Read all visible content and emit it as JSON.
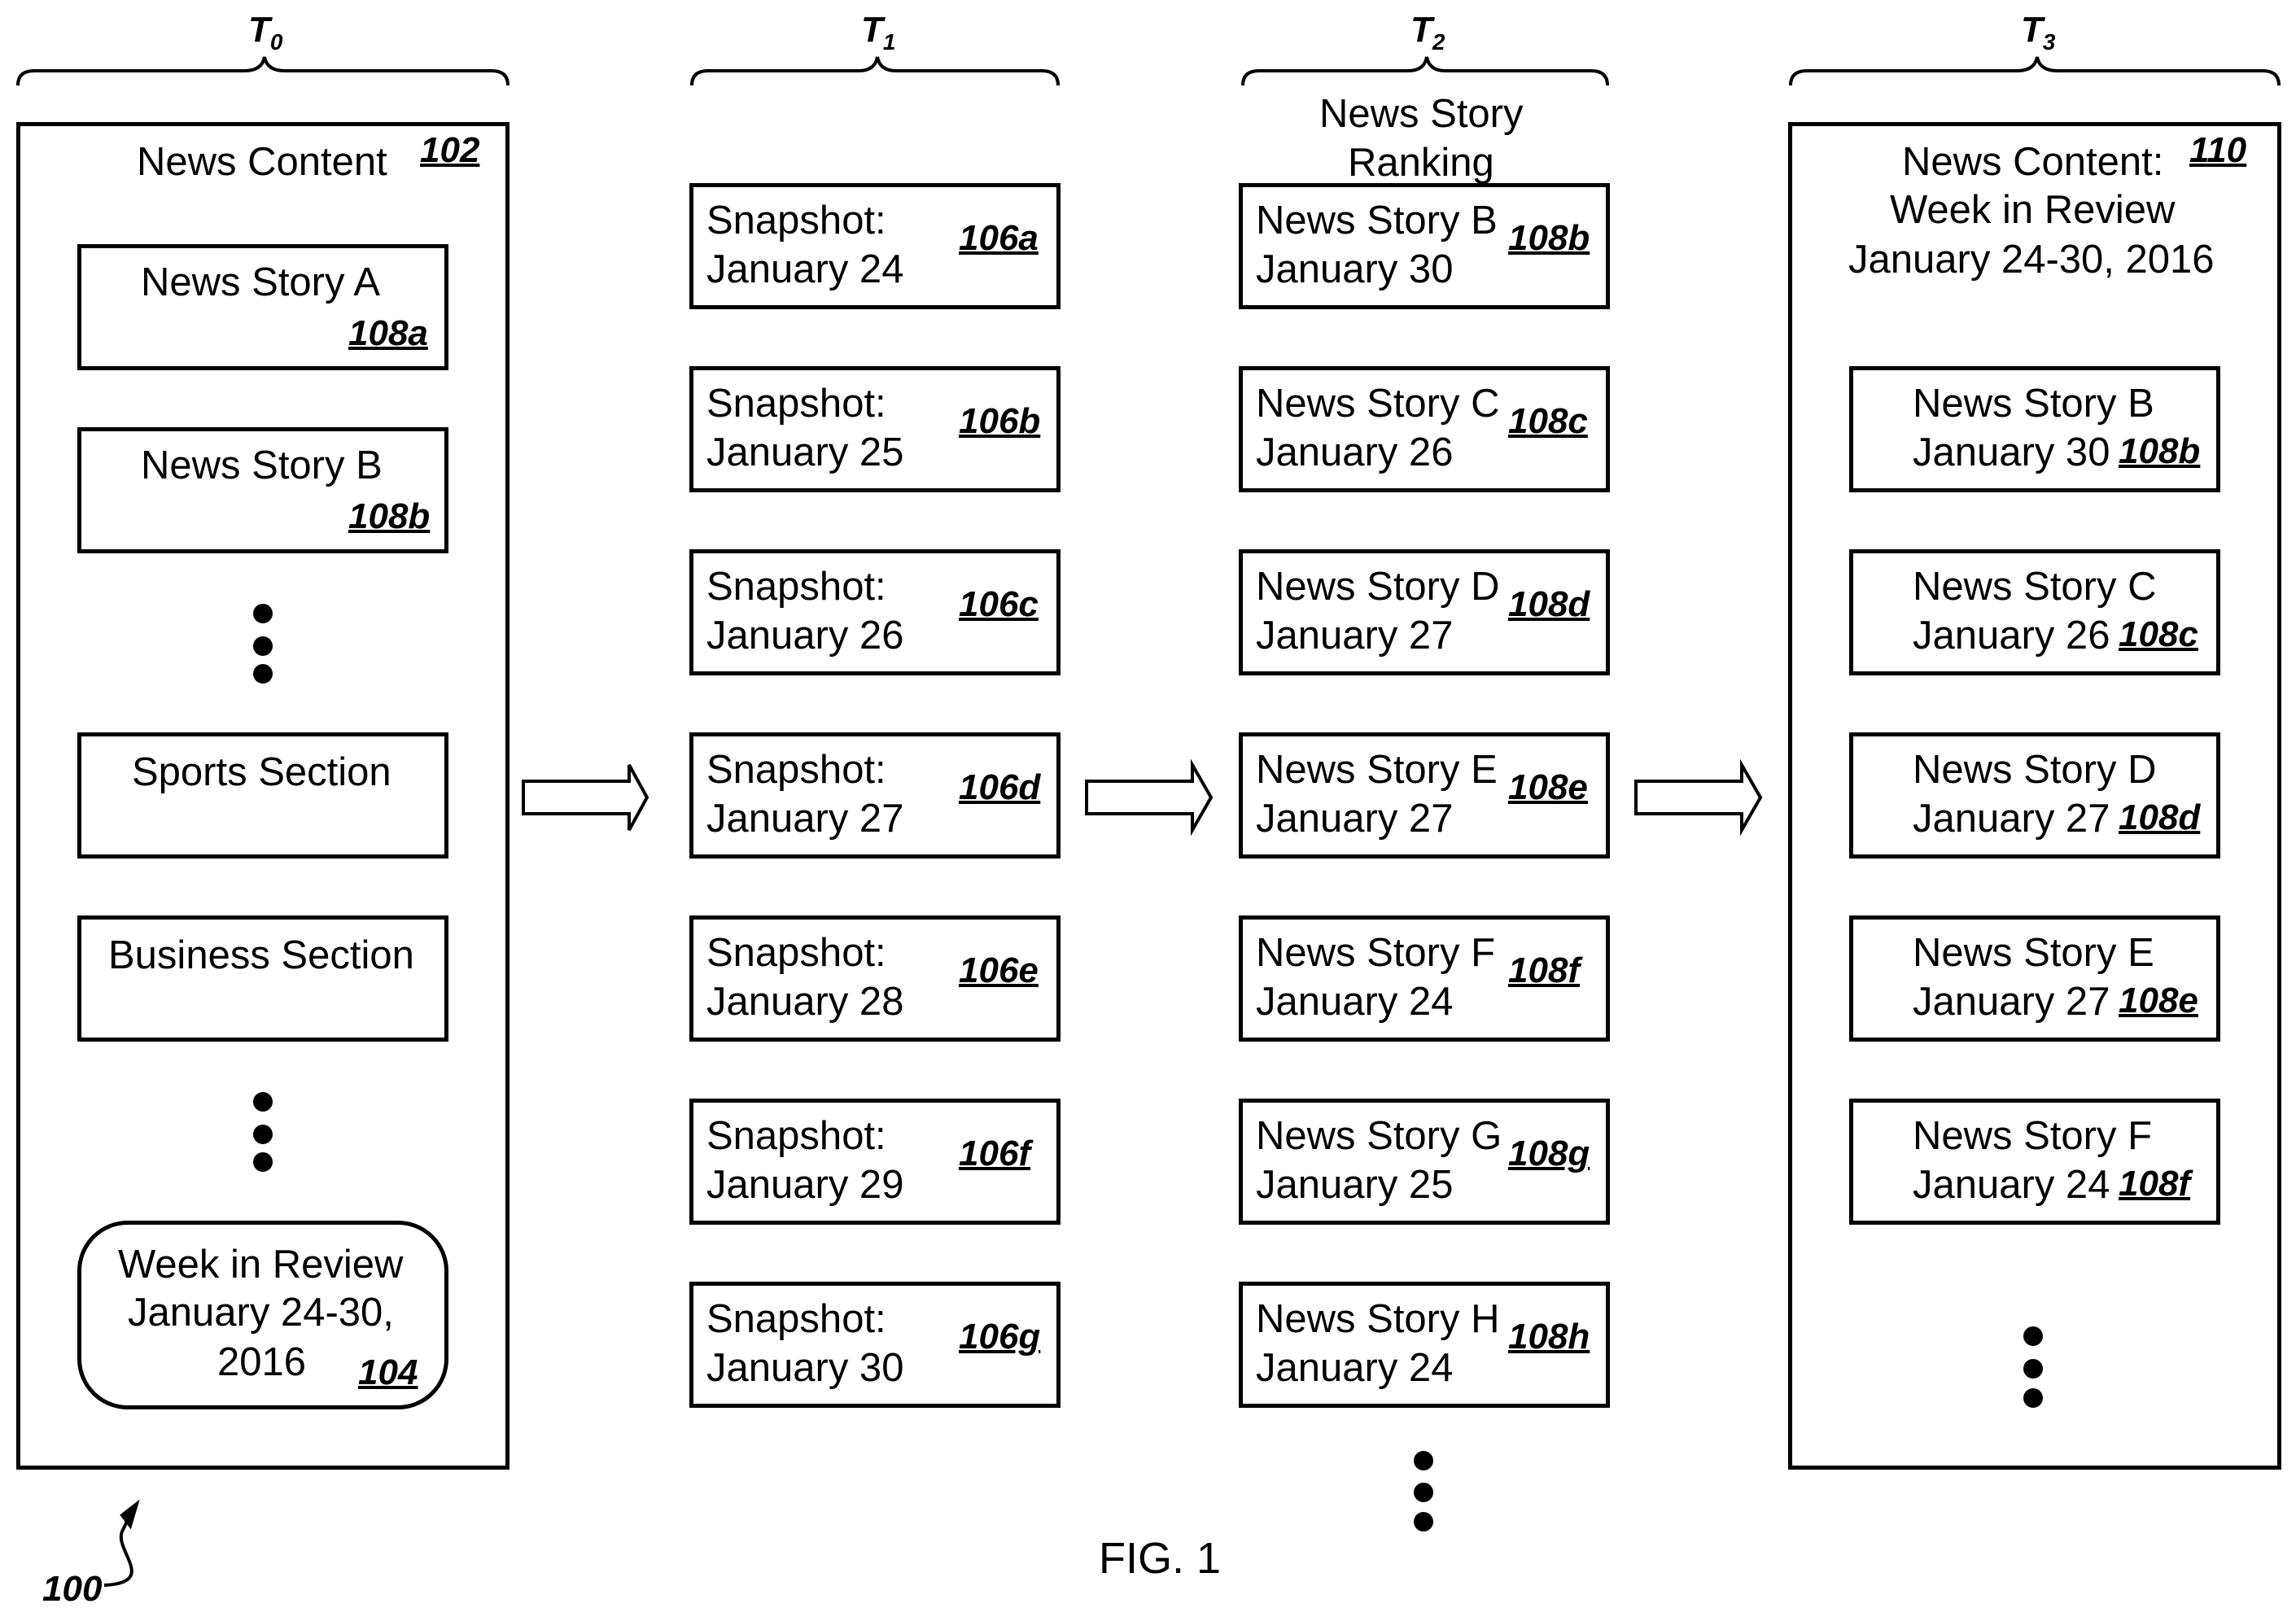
{
  "time_labels": [
    {
      "letter": "T",
      "sub": "0"
    },
    {
      "letter": "T",
      "sub": "1"
    },
    {
      "letter": "T",
      "sub": "2"
    },
    {
      "letter": "T",
      "sub": "3"
    }
  ],
  "col0": {
    "title": "News Content",
    "ref": "102",
    "stories": [
      {
        "text": "News Story A",
        "ref": "108a"
      },
      {
        "text": "News Story B",
        "ref": "108b"
      }
    ],
    "sections": [
      "Sports Section",
      "Business Section"
    ],
    "week": {
      "line1": "Week in Review",
      "line2": "January 24-30,",
      "line3": "2016",
      "ref": "104"
    }
  },
  "snapshots": [
    {
      "label": "Snapshot:",
      "date": "January 24",
      "ref": "106a"
    },
    {
      "label": "Snapshot:",
      "date": "January 25",
      "ref": "106b"
    },
    {
      "label": "Snapshot:",
      "date": "January 26",
      "ref": "106c"
    },
    {
      "label": "Snapshot:",
      "date": "January 27",
      "ref": "106d"
    },
    {
      "label": "Snapshot:",
      "date": "January 28",
      "ref": "106e"
    },
    {
      "label": "Snapshot:",
      "date": "January 29",
      "ref": "106f"
    },
    {
      "label": "Snapshot:",
      "date": "January 30",
      "ref": "106g"
    }
  ],
  "ranking": {
    "title_line1": "News Story",
    "title_line2": "Ranking",
    "items": [
      {
        "story": "News Story B",
        "date": "January 30",
        "ref": "108b"
      },
      {
        "story": "News Story C",
        "date": "January 26",
        "ref": "108c"
      },
      {
        "story": "News Story D",
        "date": "January 27",
        "ref": "108d"
      },
      {
        "story": "News Story E",
        "date": "January 27",
        "ref": "108e"
      },
      {
        "story": "News Story F",
        "date": "January 24",
        "ref": "108f"
      },
      {
        "story": "News Story G",
        "date": "January 25",
        "ref": "108g"
      },
      {
        "story": "News Story H",
        "date": "January 24",
        "ref": "108h"
      }
    ]
  },
  "col3": {
    "title_line1": "News Content:",
    "ref": "110",
    "title_line2": "Week in Review",
    "title_line3": "January 24-30, 2016",
    "items": [
      {
        "story": "News Story B",
        "date": "January 30",
        "ref": "108b"
      },
      {
        "story": "News Story C",
        "date": "January 26",
        "ref": "108c"
      },
      {
        "story": "News Story D",
        "date": "January 27",
        "ref": "108d"
      },
      {
        "story": "News Story E",
        "date": "January 27",
        "ref": "108e"
      },
      {
        "story": "News Story F",
        "date": "January 24",
        "ref": "108f"
      }
    ]
  },
  "figure_label": "FIG. 1",
  "system_ref": "100"
}
